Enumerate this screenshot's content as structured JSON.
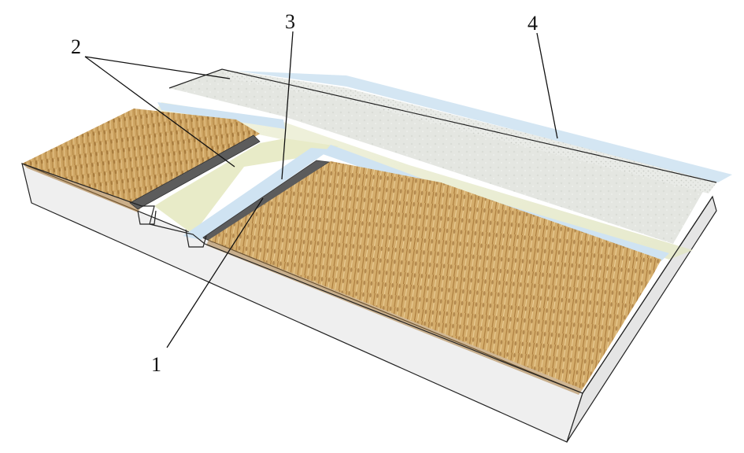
{
  "labels": {
    "one": "1",
    "two": "2",
    "three": "3",
    "four": "4"
  },
  "colors": {
    "wheat_light": "#d9b77a",
    "wheat_dark": "#a87a3c",
    "soil_side": "#efefef",
    "road": "#e6e7e3",
    "water": "#cfe3f2",
    "drain": "#5c5c5c",
    "outline": "#222222"
  }
}
